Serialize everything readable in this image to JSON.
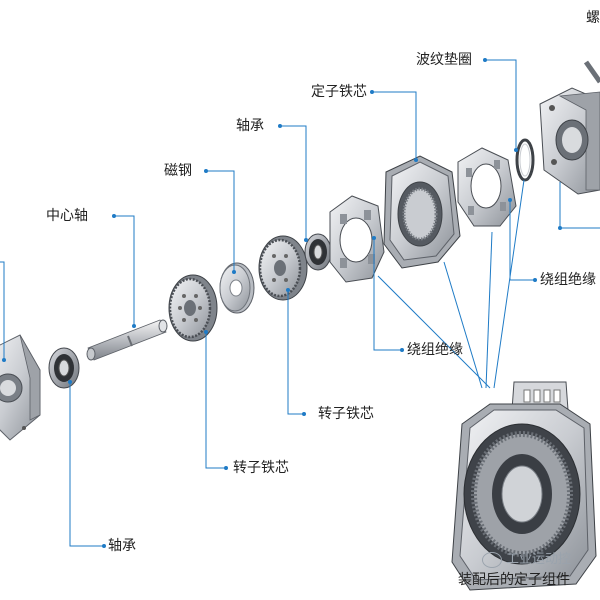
{
  "labels": {
    "wave_washer": "波纹垫圈",
    "stator_core": "定子铁芯",
    "bearing_top": "轴承",
    "magnet": "磁钢",
    "center_shaft": "中心轴",
    "winding_insulation_right": "绕组绝缘",
    "winding_insulation_mid": "绕组绝缘",
    "rotor_core_upper": "转子铁芯",
    "rotor_core_lower": "转子铁芯",
    "bearing_bottom": "轴承",
    "assembled_stator": "装配后的定子组件",
    "screw_partial": "螺"
  },
  "watermark": "工业运动控"
}
